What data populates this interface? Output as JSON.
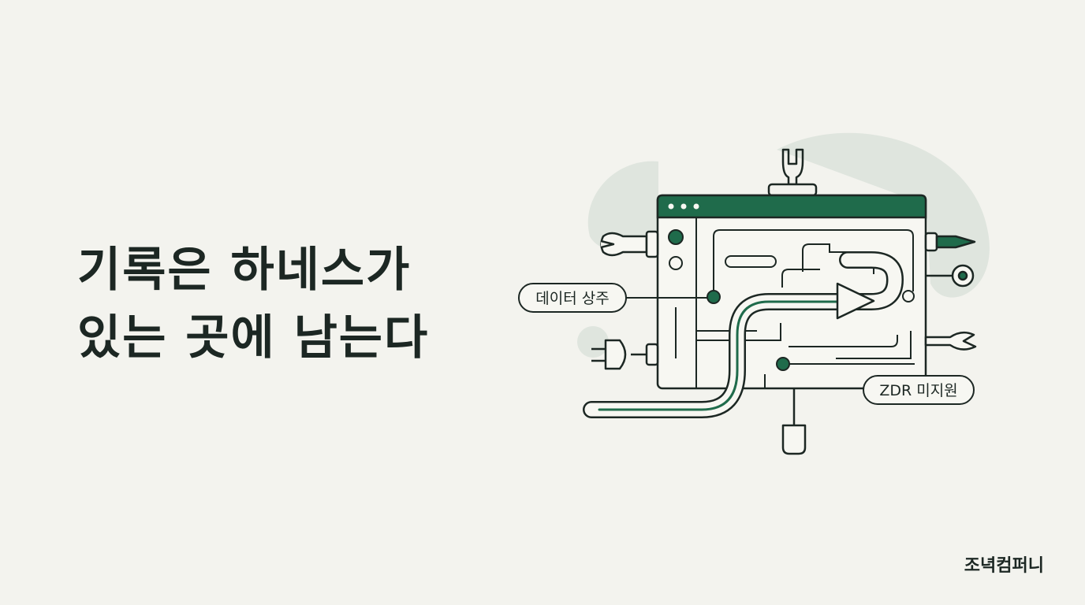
{
  "headline": {
    "line1": "기록은 하네스가",
    "line2": "있는 곳에 남는다"
  },
  "illustration": {
    "label_left": "데이터 상주",
    "label_right": "ZDR 미지원"
  },
  "brand": "조녁컴퍼니",
  "colors": {
    "background": "#f3f3ee",
    "accent_green": "#1f6b4b",
    "ink": "#1c2723",
    "blob": "#dfe5de"
  }
}
